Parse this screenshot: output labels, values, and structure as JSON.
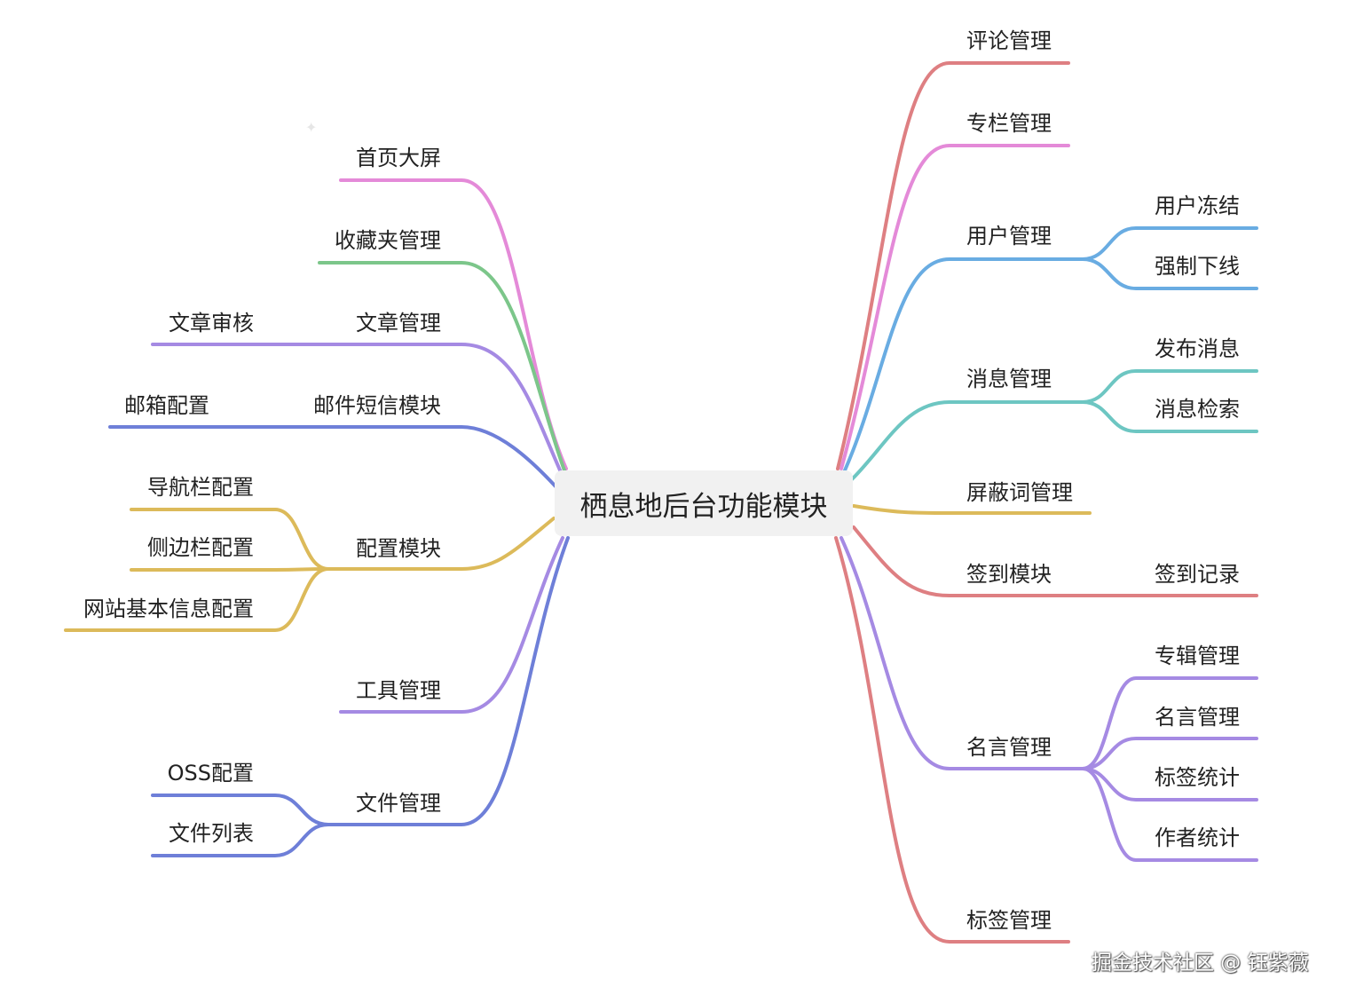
{
  "center": "栖息地后台功能模块",
  "watermark": "掘金技术社区 @ 钰紫薇",
  "colors": {
    "pink": "#e48ad8",
    "green": "#7cc68a",
    "purple": "#a58ae3",
    "blue": "#6e7fd8",
    "yellow": "#dcba5a",
    "red": "#de7f82",
    "skyblue": "#69ace2",
    "teal": "#6dc6c2"
  },
  "left": [
    {
      "key": "home",
      "label": "首页大屏",
      "color": "pink"
    },
    {
      "key": "favorites",
      "label": "收藏夹管理",
      "color": "green"
    },
    {
      "key": "article",
      "label": "文章管理",
      "color": "purple",
      "children": [
        "文章审核"
      ]
    },
    {
      "key": "mail",
      "label": "邮件短信模块",
      "color": "blue",
      "children": [
        "邮箱配置"
      ]
    },
    {
      "key": "config",
      "label": "配置模块",
      "color": "yellow",
      "children": [
        "导航栏配置",
        "侧边栏配置",
        "网站基本信息配置"
      ]
    },
    {
      "key": "tools",
      "label": "工具管理",
      "color": "purple"
    },
    {
      "key": "files",
      "label": "文件管理",
      "color": "blue",
      "children": [
        "OSS配置",
        "文件列表"
      ]
    }
  ],
  "right": [
    {
      "key": "comments",
      "label": "评论管理",
      "color": "red"
    },
    {
      "key": "columns",
      "label": "专栏管理",
      "color": "pink"
    },
    {
      "key": "users",
      "label": "用户管理",
      "color": "skyblue",
      "children": [
        "用户冻结",
        "强制下线"
      ]
    },
    {
      "key": "messages",
      "label": "消息管理",
      "color": "teal",
      "children": [
        "发布消息",
        "消息检索"
      ]
    },
    {
      "key": "blockwords",
      "label": "屏蔽词管理",
      "color": "yellow"
    },
    {
      "key": "signin",
      "label": "签到模块",
      "color": "red",
      "children": [
        "签到记录"
      ]
    },
    {
      "key": "quotes",
      "label": "名言管理",
      "color": "purple",
      "children": [
        "专辑管理",
        "名言管理",
        "标签统计",
        "作者统计"
      ]
    },
    {
      "key": "tags",
      "label": "标签管理",
      "color": "red"
    }
  ]
}
